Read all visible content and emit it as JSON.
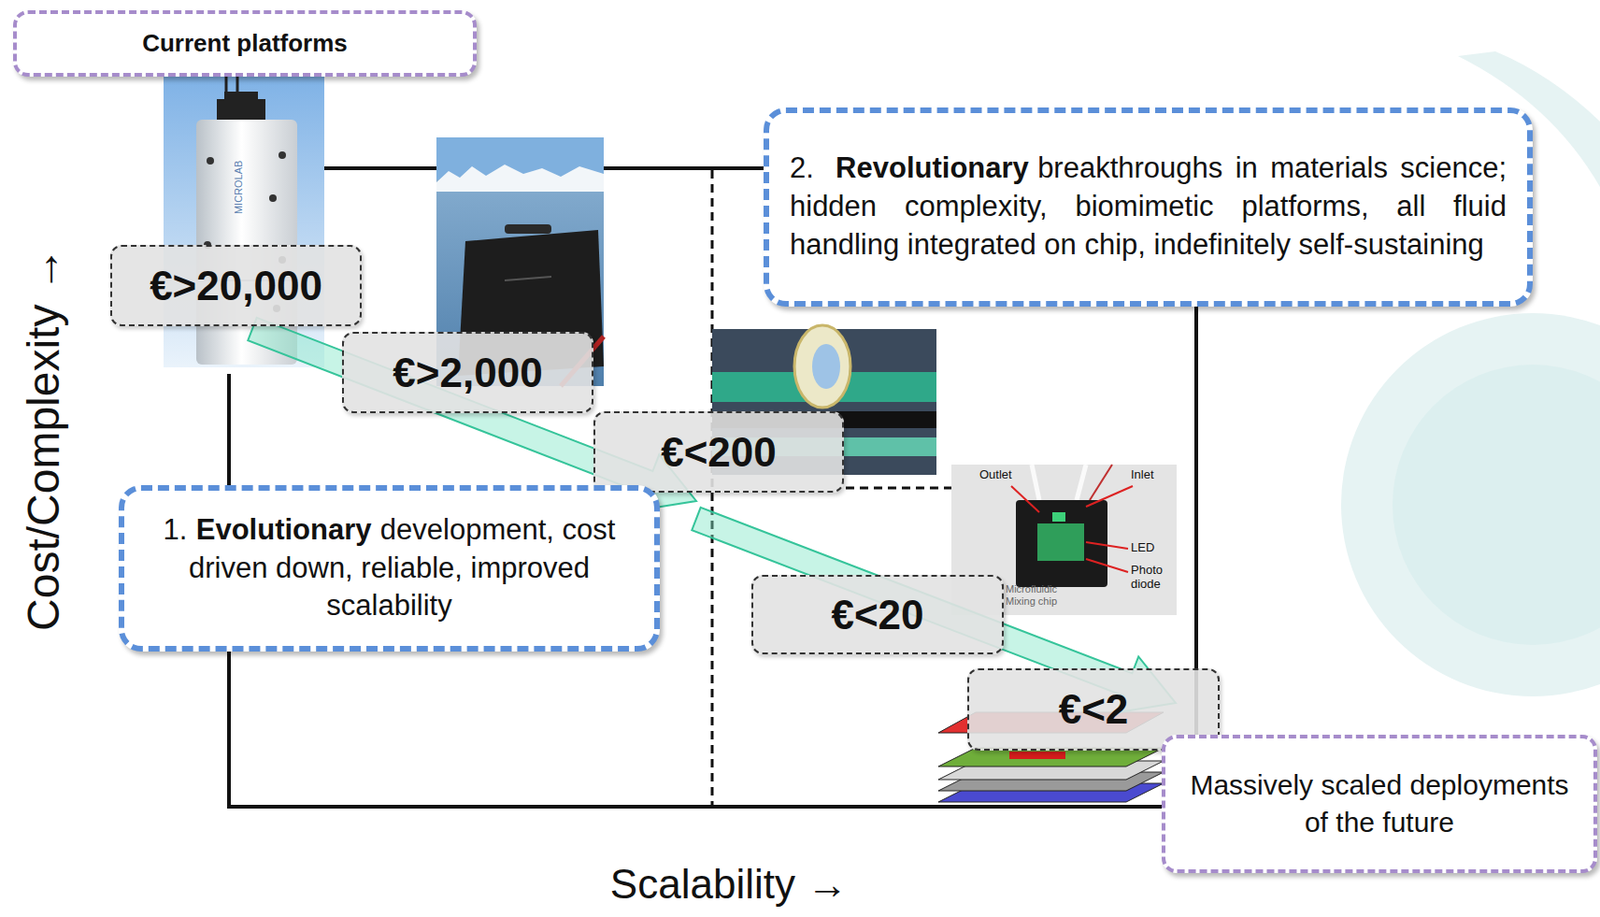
{
  "diagram": {
    "nodes": [
      {
        "text": [
          "Current platforms"
        ]
      },
      {
        "text": [
          "2.",
          "Revolutionary",
          "breakthroughs in materials science; hidden complexity, biomimetic platforms, all fluid handling integrated on chip, indefinitely self-sustaining"
        ]
      },
      {
        "text": [
          "€>20,000"
        ]
      },
      {
        "text": [
          "€>2,000"
        ]
      },
      {
        "text": [
          "€<200"
        ]
      },
      {
        "text": [
          "1.",
          "Evolutionary",
          "development, cost driven down, reliable, improved scalability"
        ]
      },
      {
        "text": [
          "€<20"
        ]
      },
      {
        "text": [
          "€<2"
        ]
      },
      {
        "text": [
          "Massively scaled deployments of the future"
        ]
      }
    ],
    "labels": [
      "Cost/Complexity →",
      "Scalability →",
      "MICROLAB",
      "Outlet",
      "Inlet",
      "LED",
      "Photo diode",
      "Microfluidic Mixing chip"
    ]
  }
}
